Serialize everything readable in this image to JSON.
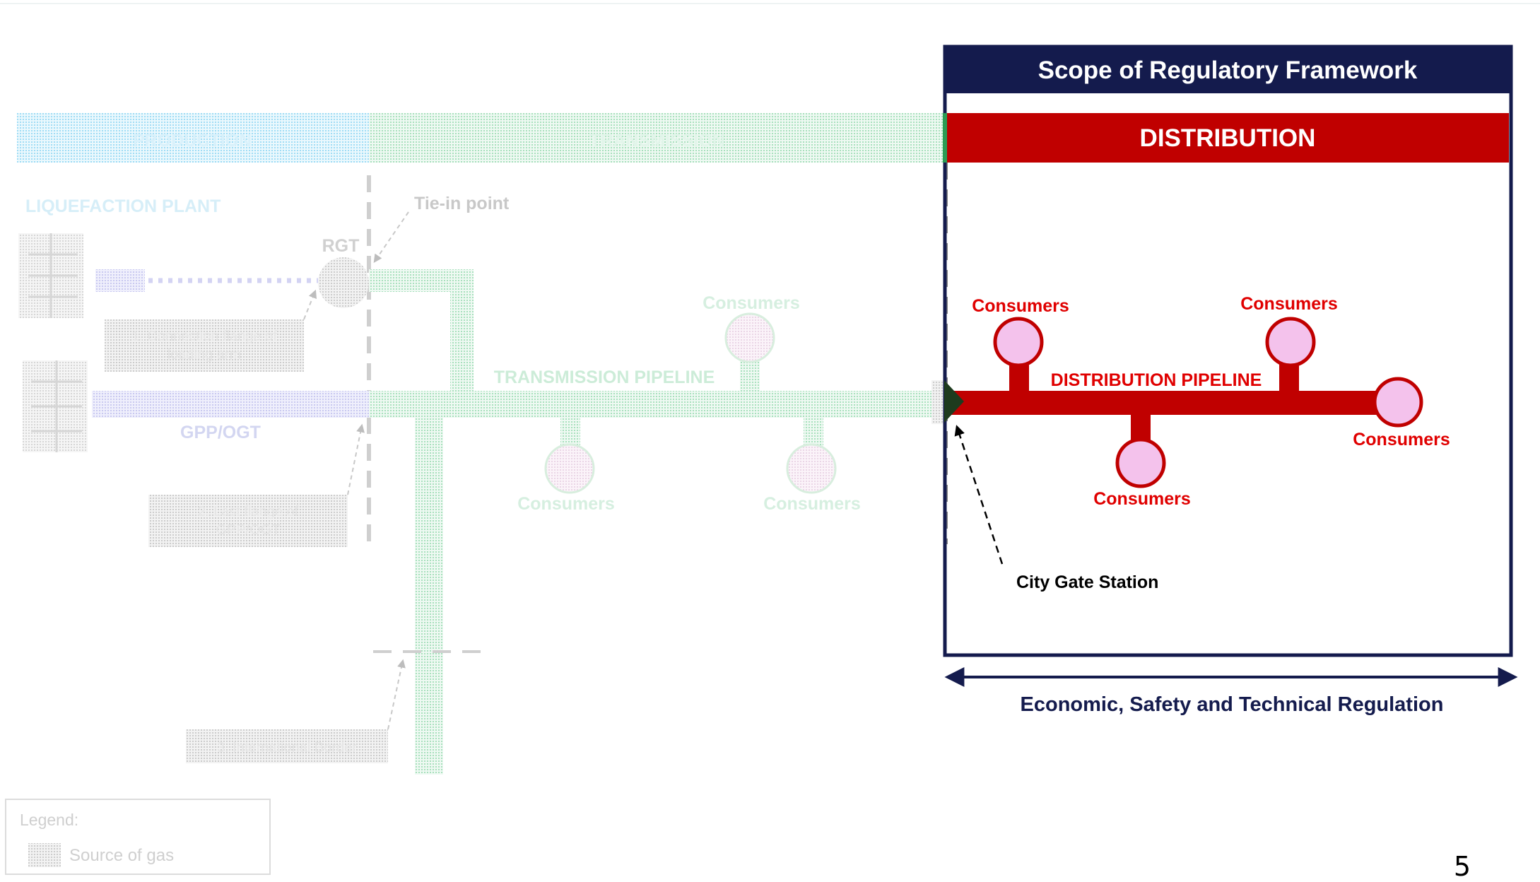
{
  "page_number": "5",
  "sections": {
    "production": "PRODUCTION",
    "transmission": "TRANSMISSION",
    "distribution": "DISTRIBUTION"
  },
  "scope": {
    "title": "Scope of Regulatory Framework",
    "regulation": "Economic, Safety and Technical Regulation"
  },
  "labels": {
    "liquefaction_plant": "LIQUEFACTION PLANT",
    "tie_in_point": "Tie-in point",
    "rgt": "RGT",
    "gpp_ogt": "GPP/OGT",
    "transmission_pipeline": "TRANSMISSION PIPELINE",
    "distribution_pipeline": "DISTRIBUTION PIPELINE",
    "city_gate_station": "City Gate Station",
    "consumers": "Consumers"
  },
  "notes": {
    "connection_flange": [
      "1. Connection flange of",
      "loading arm"
    ],
    "last_flange": [
      "2. Last flange of",
      "GPP/OGT"
    ],
    "international_border": "3. International Border"
  },
  "legend": {
    "title": "Legend:",
    "source_of_gas": "Source of gas"
  },
  "colors": {
    "navy": "#141b4d",
    "red": "#c00000",
    "consumer_pink": "#f4c2ec",
    "production_blue": "#9fdcf5",
    "transmission_green": "#9fdcb6",
    "faded_gray": "#cfcfcf"
  }
}
